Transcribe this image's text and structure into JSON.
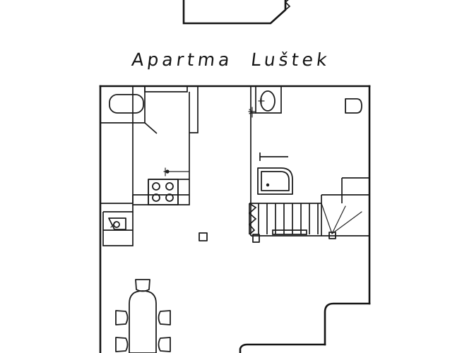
{
  "document": {
    "kind": "scanned-hand-drawn-floor-plan",
    "title": "Apartma  Luštek",
    "background_color": "#ffffff",
    "ink_color": "#151515"
  },
  "plan": {
    "upper_fragment": {
      "name": "balcony-fragment",
      "description": "partial room outline cut off at the top edge of the scan"
    },
    "rooms": [
      {
        "id": "bathroom-left",
        "label": ""
      },
      {
        "id": "kitchen",
        "label": ""
      },
      {
        "id": "hall-wc",
        "label": ""
      },
      {
        "id": "living-dining",
        "label": ""
      },
      {
        "id": "staircase",
        "label": ""
      }
    ],
    "fixtures": [
      {
        "id": "bathtub",
        "name": "bathtub",
        "room": "bathroom-left"
      },
      {
        "id": "stove",
        "name": "stove-4-burner",
        "room": "kitchen",
        "burners": 4
      },
      {
        "id": "kitchen-sink-tap",
        "name": "kitchen-tap",
        "room": "kitchen"
      },
      {
        "id": "wc-upper",
        "name": "toilet",
        "room": "hall-wc"
      },
      {
        "id": "wc-right",
        "name": "toilet-right-wall",
        "room": "hall-wc"
      },
      {
        "id": "shower-corner",
        "name": "corner-shower",
        "room": "hall-wc"
      },
      {
        "id": "washbasin",
        "name": "washbasin",
        "room": "living-dining"
      },
      {
        "id": "dining-table",
        "name": "dining-table-oval",
        "room": "living-dining"
      },
      {
        "id": "chairs",
        "name": "dining-chairs",
        "room": "living-dining",
        "count": 5
      },
      {
        "id": "pillar",
        "name": "column",
        "room": "living-dining"
      },
      {
        "id": "stairs",
        "name": "staircase-with-winders",
        "room": "staircase",
        "treads": 11
      }
    ]
  }
}
